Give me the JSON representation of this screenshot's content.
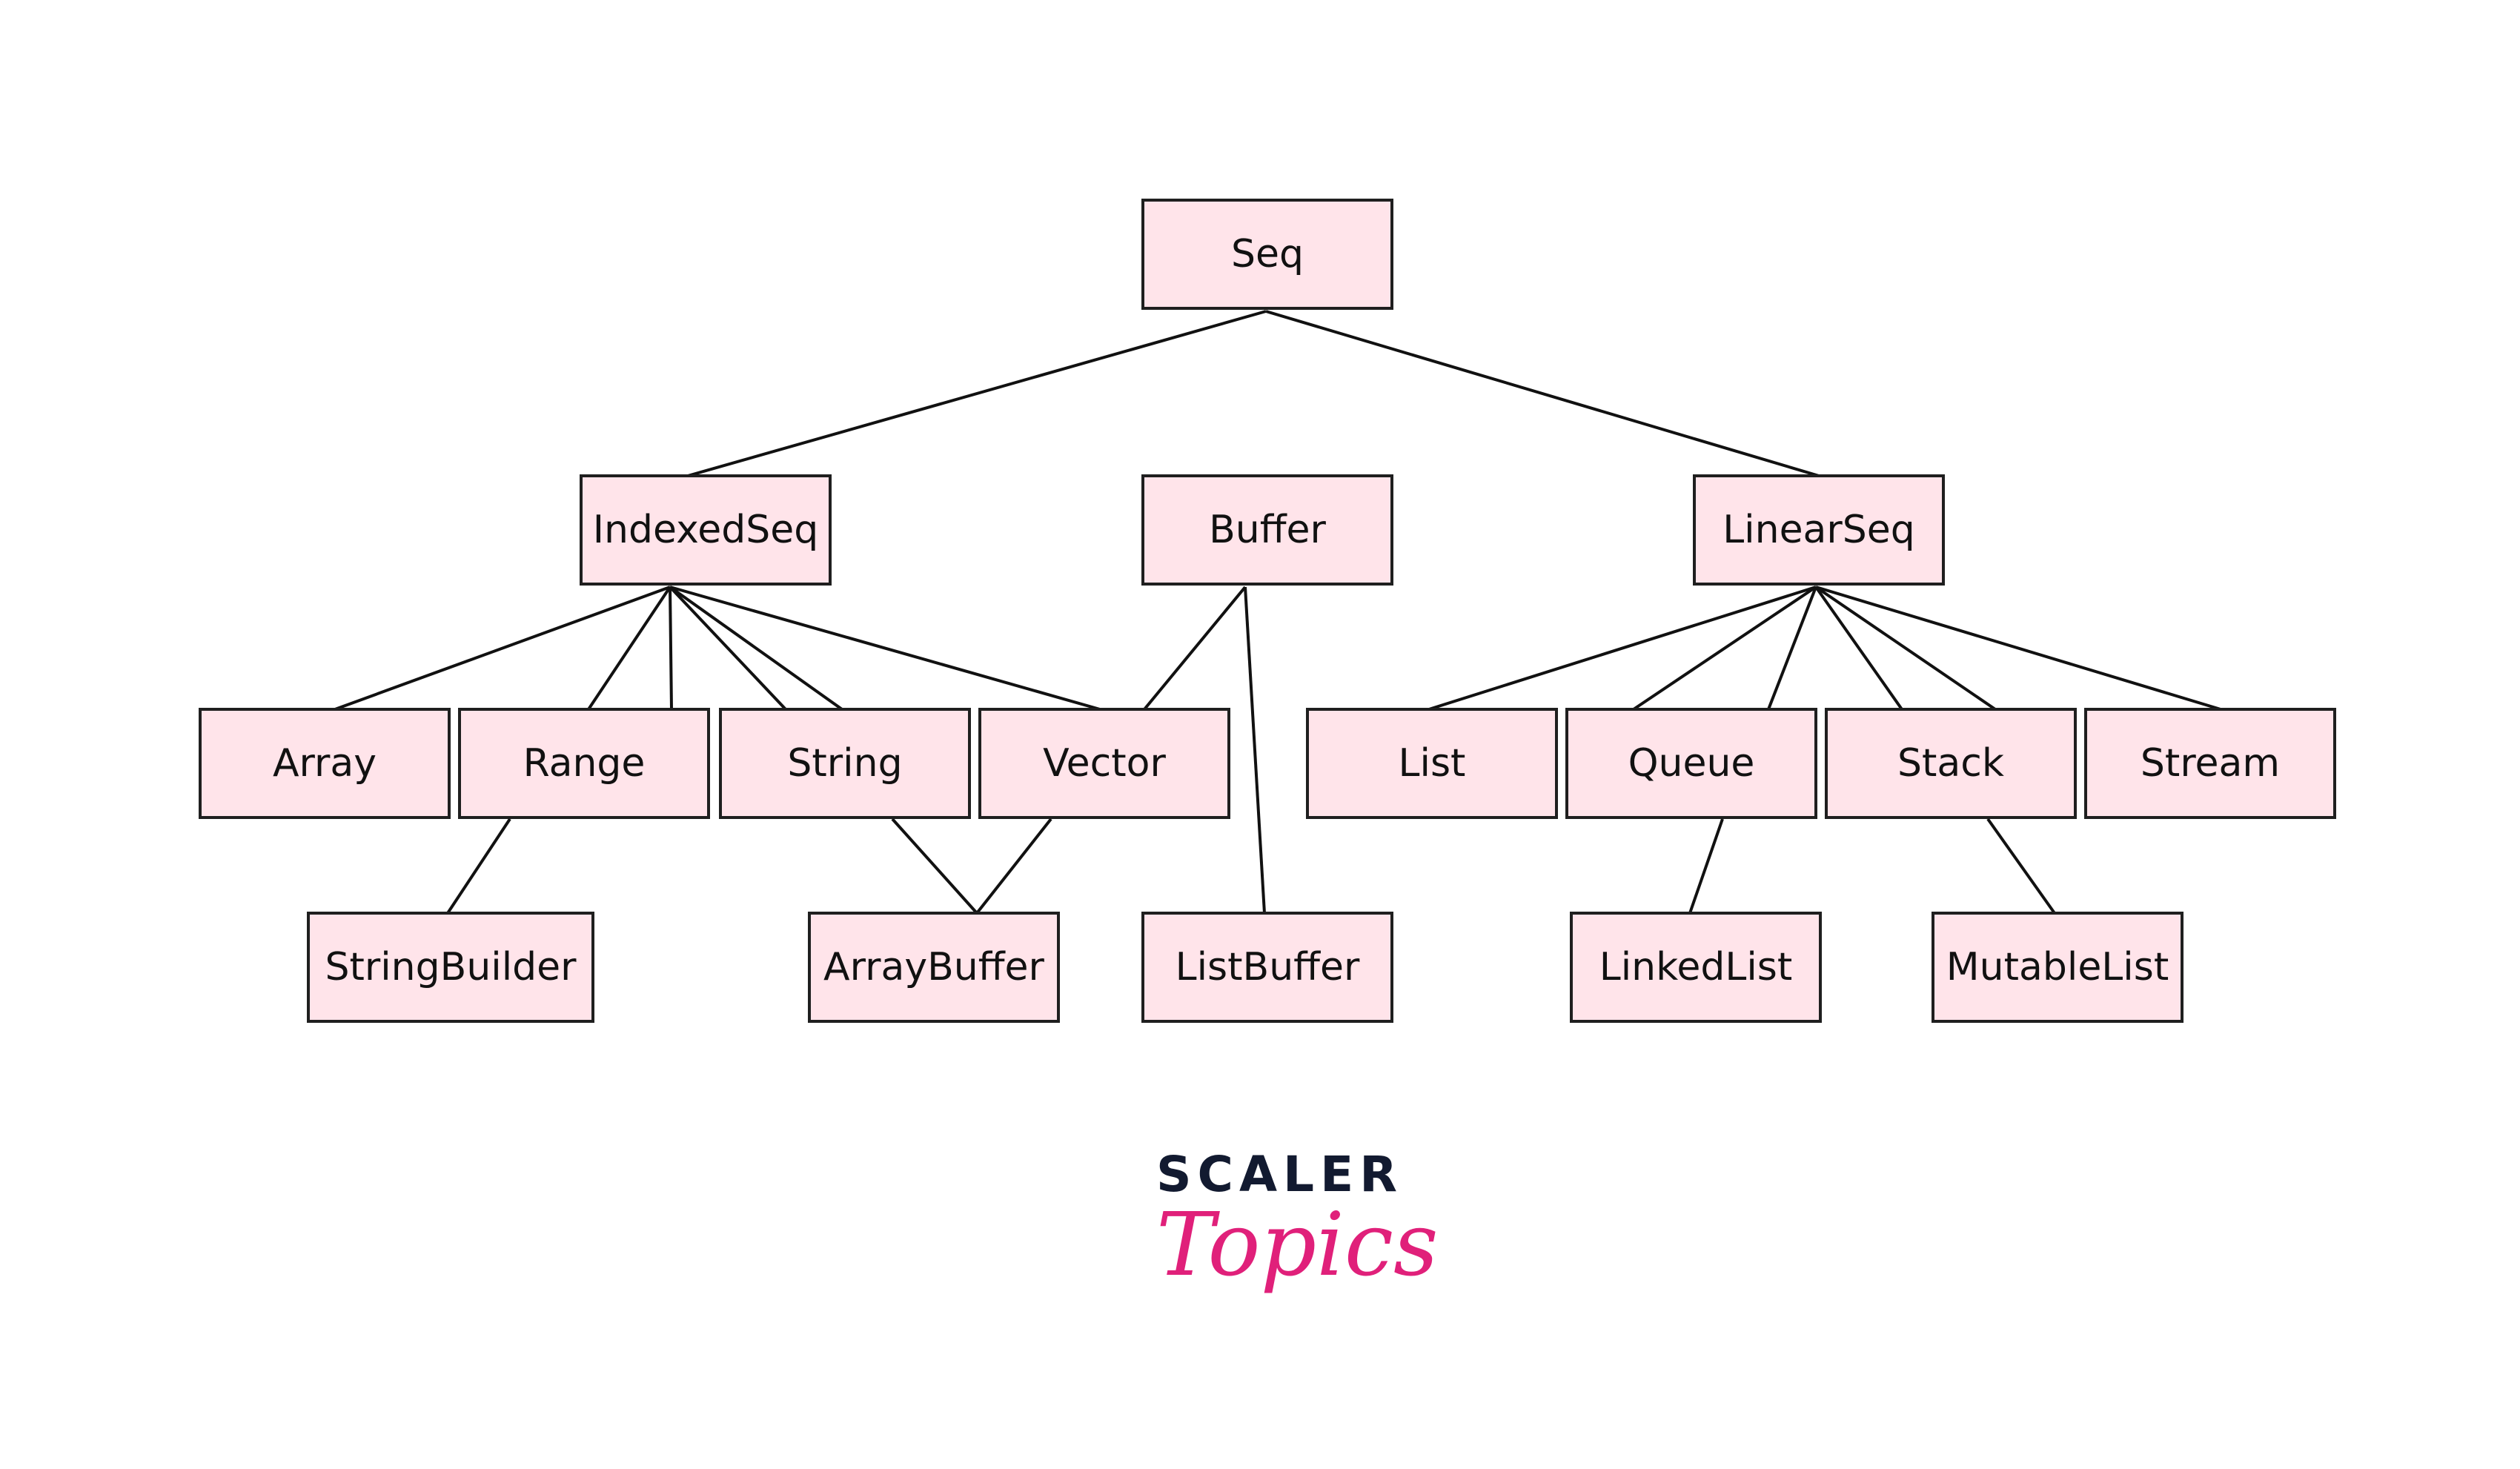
{
  "diagram": {
    "nodes": {
      "seq": "Seq",
      "indexedseq": "IndexedSeq",
      "buffer": "Buffer",
      "linearseq": "LinearSeq",
      "array": "Array",
      "range": "Range",
      "string": "String",
      "vector": "Vector",
      "list": "List",
      "queue": "Queue",
      "stack": "Stack",
      "stream": "Stream",
      "stringbuilder": "StringBuilder",
      "arraybuffer": "ArrayBuffer",
      "listbuffer": "ListBuffer",
      "linkedlist": "LinkedList",
      "mutablelist": "MutableList"
    },
    "edges": [
      [
        "seq",
        "indexedseq"
      ],
      [
        "seq",
        "linearseq"
      ],
      [
        "indexedseq",
        "array"
      ],
      [
        "indexedseq",
        "range"
      ],
      [
        "indexedseq",
        "range"
      ],
      [
        "indexedseq",
        "string"
      ],
      [
        "indexedseq",
        "string"
      ],
      [
        "indexedseq",
        "vector"
      ],
      [
        "buffer",
        "vector"
      ],
      [
        "buffer",
        "listbuffer"
      ],
      [
        "linearseq",
        "list"
      ],
      [
        "linearseq",
        "queue"
      ],
      [
        "linearseq",
        "queue"
      ],
      [
        "linearseq",
        "stack"
      ],
      [
        "linearseq",
        "stack"
      ],
      [
        "linearseq",
        "stream"
      ],
      [
        "range",
        "stringbuilder"
      ],
      [
        "string",
        "arraybuffer"
      ],
      [
        "vector",
        "arraybuffer"
      ],
      [
        "queue",
        "linkedlist"
      ],
      [
        "stack",
        "mutablelist"
      ]
    ],
    "colors": {
      "node_fill": "#ffe4ea",
      "node_border": "#1f1f1f",
      "edge": "#111111"
    }
  },
  "logo": {
    "line1": "SCALER",
    "line2": "Topics",
    "color_dark": "#121a30",
    "color_pink": "#e0207a"
  }
}
